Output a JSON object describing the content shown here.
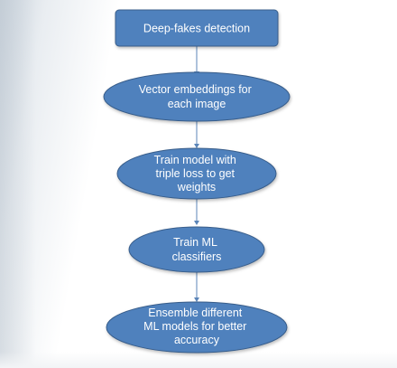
{
  "flowchart": {
    "nodes": [
      {
        "id": "deepfakes-detection",
        "shape": "rect",
        "lines": [
          "Deep-fakes detection"
        ]
      },
      {
        "id": "vector-embeddings",
        "shape": "ellipse",
        "lines": [
          "Vector embeddings for",
          "each image"
        ]
      },
      {
        "id": "train-model-triple-loss",
        "shape": "ellipse",
        "lines": [
          "Train model with",
          "triple loss to get",
          "weights"
        ]
      },
      {
        "id": "train-ml-classifiers",
        "shape": "ellipse",
        "lines": [
          "Train ML",
          "classifiers"
        ]
      },
      {
        "id": "ensemble-ml-models",
        "shape": "ellipse",
        "lines": [
          "Ensemble different",
          "ML models for better",
          "accuracy"
        ]
      }
    ],
    "edges": [
      [
        "deepfakes-detection",
        "vector-embeddings"
      ],
      [
        "vector-embeddings",
        "train-model-triple-loss"
      ],
      [
        "train-model-triple-loss",
        "train-ml-classifiers"
      ],
      [
        "train-ml-classifiers",
        "ensemble-ml-models"
      ]
    ]
  },
  "colors": {
    "node_fill": "#4f81bd",
    "node_stroke": "#385d8a",
    "text": "#ffffff",
    "connector": "#5b85b8"
  }
}
